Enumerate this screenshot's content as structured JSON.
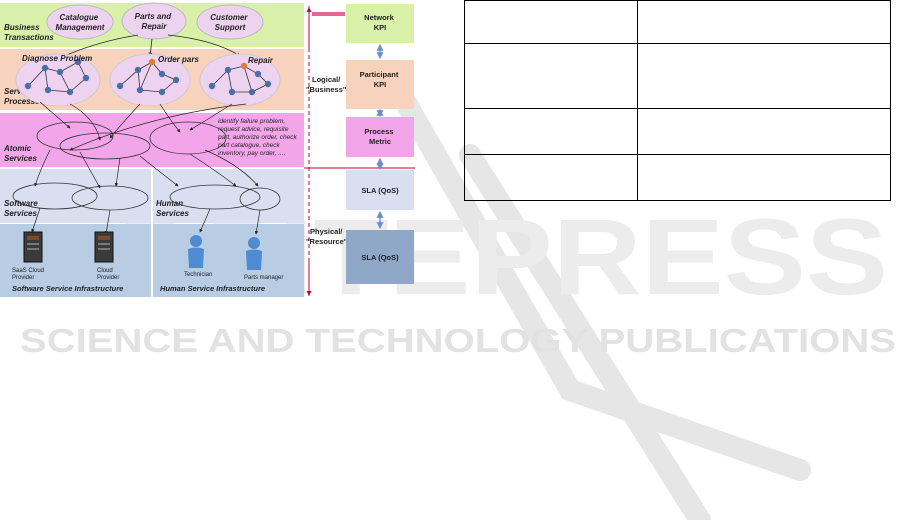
{
  "watermark": {
    "word": "SCITEPRESS",
    "tagline": "SCIENCE AND TECHNOLOGY PUBLICATIONS"
  },
  "layers": {
    "business": "Business Transactions",
    "service_processes": "Service Processes",
    "atomic": "Atomic Services",
    "software_services": "Software Services",
    "human_services": "Human Services",
    "software_infra": "Software Service Infrastructure",
    "human_infra": "Human Service Infrastructure"
  },
  "business_transactions": [
    "Catalogue Management",
    "Parts and Repair",
    "Customer Support"
  ],
  "processes": [
    "Diagnose Problem",
    "Order pars",
    "Repair"
  ],
  "atomic_note": "identify failure problem, request advice, requisite part, authorize order, check part catalogue, check inventory, pay order, ....",
  "providers": [
    "SaaS Cloud Provider",
    "Cloud Provider"
  ],
  "roles": [
    "Technician",
    "Parts manager"
  ],
  "divider_labels": {
    "logical": "Logical/ \"Business\"",
    "physical": "Physical/ \"Resource\""
  },
  "metrics": [
    "Network KPI",
    "Participant KPI",
    "Process Metric",
    "SLA (QoS)",
    "SLA (QoS)"
  ],
  "table": {
    "rows": [
      [
        "",
        ""
      ],
      [
        "",
        ""
      ],
      [
        "",
        ""
      ],
      [
        "",
        ""
      ]
    ]
  },
  "colors": {
    "business_band": "#d8f0a8",
    "process_band": "#f7d3bd",
    "atomic_band": "#f2a6e9",
    "services_band": "#d9def0",
    "infra_band": "#b8cce4",
    "divider": "#c0002a",
    "node": "#4a6fa5",
    "node_alt": "#d9803a"
  }
}
